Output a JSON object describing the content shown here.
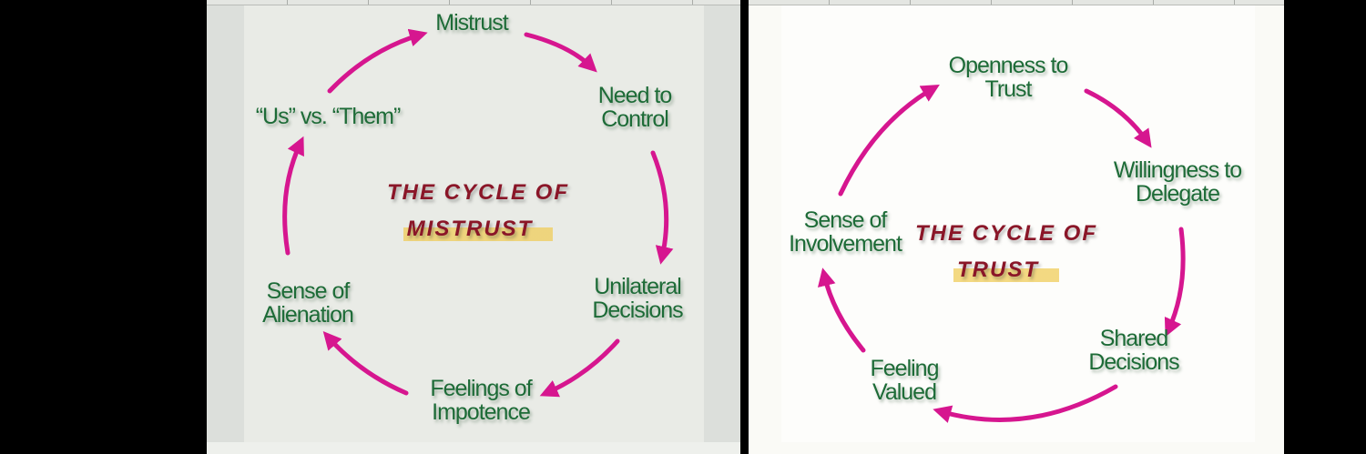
{
  "left_diagram": {
    "title_line1": "THE CYCLE OF",
    "title_line2": "MISTRUST",
    "nodes": [
      {
        "line1": "Mistrust",
        "line2": ""
      },
      {
        "line1": "Need to",
        "line2": "Control"
      },
      {
        "line1": "Unilateral",
        "line2": "Decisions"
      },
      {
        "line1": "Feelings of",
        "line2": "Impotence"
      },
      {
        "line1": "Sense of",
        "line2": "Alienation"
      },
      {
        "line1": "“Us” vs. “Them”",
        "line2": ""
      }
    ]
  },
  "right_diagram": {
    "title_line1": "THE CYCLE OF",
    "title_line2": "TRUST",
    "nodes": [
      {
        "line1": "Openness to",
        "line2": "Trust"
      },
      {
        "line1": "Willingness to",
        "line2": "Delegate"
      },
      {
        "line1": "Shared",
        "line2": "Decisions"
      },
      {
        "line1": "Feeling",
        "line2": "Valued"
      },
      {
        "line1": "Sense of",
        "line2": "Involvement"
      }
    ]
  },
  "colors": {
    "arrow": "#d6168f",
    "label": "#1d6b37",
    "title": "#8a1628",
    "highlight": "#f0cd5a"
  }
}
